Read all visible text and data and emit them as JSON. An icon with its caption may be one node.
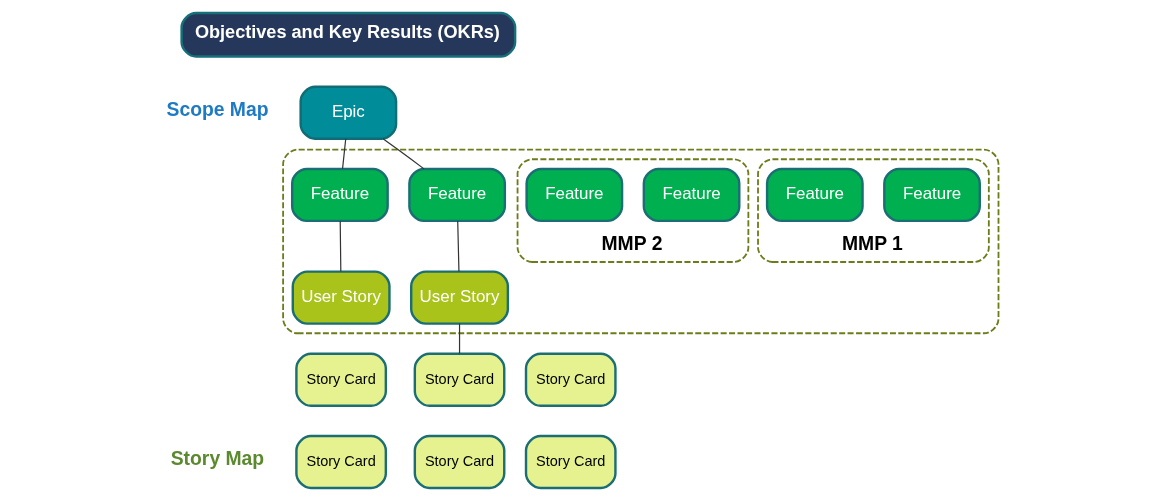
{
  "diagram": {
    "nodes": [
      {
        "text": [
          "Objectives and Key Results (OKRs)"
        ]
      },
      {
        "text": [
          "Epic"
        ]
      },
      {
        "text": [],
        "shape": "box"
      },
      {
        "text": [
          "Feature"
        ],
        "in": 2
      },
      {
        "text": [
          "Feature"
        ],
        "in": 2
      },
      {
        "text": [
          "MMP 1"
        ],
        "in": 2
      },
      {
        "text": [
          "Feature"
        ],
        "in": 5
      },
      {
        "text": [
          "Feature"
        ],
        "in": 5
      },
      {
        "text": [
          "MMP 2"
        ],
        "in": 2
      },
      {
        "text": [
          "Feature"
        ],
        "in": 8
      },
      {
        "text": [
          "Feature"
        ],
        "in": 8
      },
      {
        "text": [
          "User Story"
        ],
        "in": 2
      },
      {
        "text": [
          "User Story"
        ],
        "in": 2
      },
      {
        "text": [
          "Story Card"
        ]
      },
      {
        "text": [
          "Story Card"
        ]
      },
      {
        "text": [
          "Story Card"
        ]
      },
      {
        "text": [
          "Story Card"
        ]
      },
      {
        "text": [
          "Story Card"
        ]
      },
      {
        "text": [
          "Story Card"
        ]
      }
    ],
    "edges": [
      {
        "from": 1,
        "to": 3,
        "arrow": "none"
      },
      {
        "from": 1,
        "to": 4,
        "arrow": "none"
      },
      {
        "from": 3,
        "to": 11,
        "arrow": "none"
      },
      {
        "from": 4,
        "to": 12,
        "arrow": "none"
      },
      {
        "from": 12,
        "to": 14,
        "arrow": "none"
      }
    ],
    "labels": [
      "Scope Map",
      "Story Map"
    ]
  }
}
